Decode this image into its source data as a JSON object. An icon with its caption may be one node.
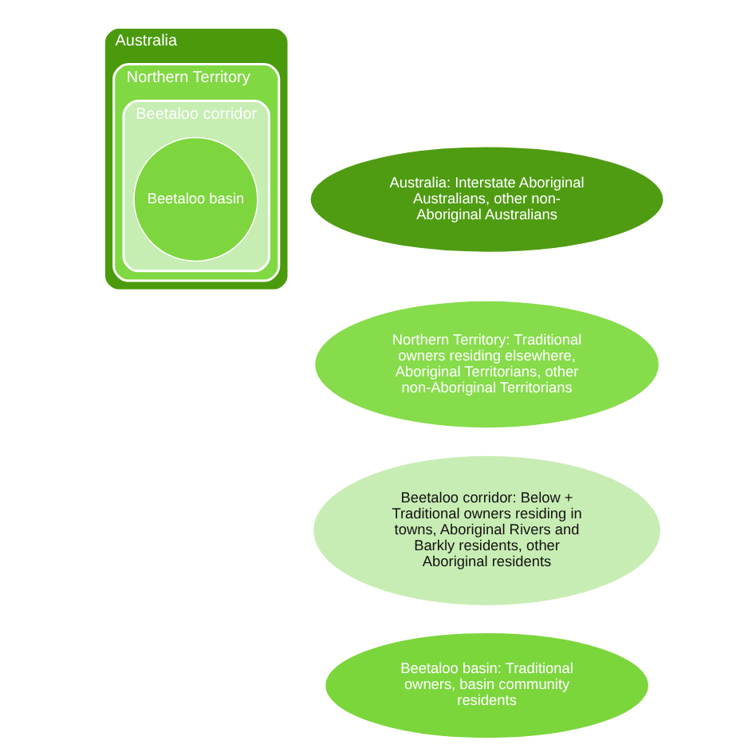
{
  "diagram": {
    "nodes": [
      {
        "text": [
          "Australia"
        ]
      },
      {
        "text": [
          "Northern Territory"
        ],
        "in": 0
      },
      {
        "text": [
          "Beetaloo corridor"
        ],
        "in": 1
      },
      {
        "text": [
          "Beetaloo basin"
        ],
        "in": 2
      },
      {
        "text": [
          "Australia: Interstate Aboriginal Australians, other non-Aboriginal Australians"
        ]
      },
      {
        "text": [
          "Northern Territory: Traditional owners residing elsewhere, Aboriginal Territorians, other non-Aboriginal Territorians"
        ]
      },
      {
        "text": [
          "Beetaloo corridor: Below + Traditional owners residing in towns, Aboriginal Rivers and Barkly residents, other Aboriginal residents"
        ]
      },
      {
        "text": [
          "Beetaloo basin: Traditional owners, basin community residents"
        ]
      }
    ]
  }
}
